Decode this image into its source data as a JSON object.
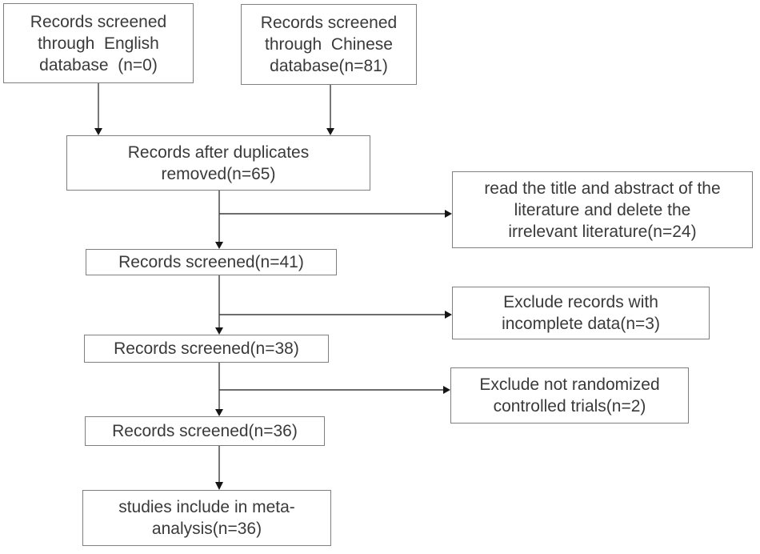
{
  "flowchart": {
    "kind": "study-selection-flow-diagram",
    "colors": {
      "background": "#ffffff",
      "box_border": "#7f7f7f",
      "text": "#3a3a3a",
      "arrow": "#161616"
    },
    "nodes": {
      "english_db": {
        "label": "Records screened\nthrough  English\ndatabase  (n=0)",
        "n": 0
      },
      "chinese_db": {
        "label": "Records screened\nthrough  Chinese\ndatabase(n=81)",
        "n": 81
      },
      "duplicates_removed": {
        "label": "Records after duplicates\nremoved(n=65)",
        "n": 65
      },
      "title_abstract_excluded": {
        "label": "read the title and abstract of the\nliterature and delete the\nirrelevant literature(n=24)",
        "n": 24
      },
      "screened_41": {
        "label": "Records screened(n=41)",
        "n": 41
      },
      "incomplete_data_excluded": {
        "label": "Exclude records with\nincomplete data(n=3)",
        "n": 3
      },
      "screened_38": {
        "label": "Records screened(n=38)",
        "n": 38
      },
      "not_rct_excluded": {
        "label": "Exclude not randomized\ncontrolled trials(n=2)",
        "n": 2
      },
      "screened_36": {
        "label": "Records screened(n=36)",
        "n": 36
      },
      "meta_analysis": {
        "label": "studies include in meta-\nanalysis(n=36)",
        "n": 36
      }
    },
    "edges": [
      {
        "from": "english_db",
        "to": "duplicates_removed"
      },
      {
        "from": "chinese_db",
        "to": "duplicates_removed"
      },
      {
        "from": "duplicates_removed",
        "to": "screened_41"
      },
      {
        "from": "duplicates_removed",
        "to": "title_abstract_excluded"
      },
      {
        "from": "screened_41",
        "to": "screened_38"
      },
      {
        "from": "screened_41",
        "to": "incomplete_data_excluded"
      },
      {
        "from": "screened_38",
        "to": "screened_36"
      },
      {
        "from": "screened_38",
        "to": "not_rct_excluded"
      },
      {
        "from": "screened_36",
        "to": "meta_analysis"
      }
    ]
  }
}
